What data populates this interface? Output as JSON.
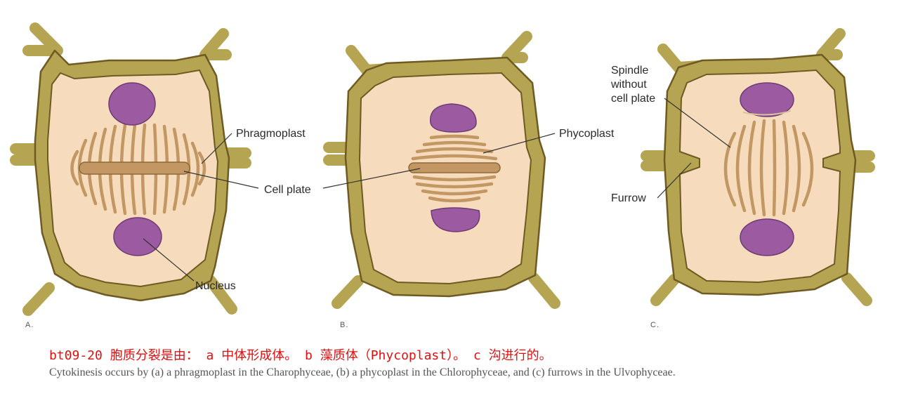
{
  "colors": {
    "wall_dark": "#6e5a22",
    "wall_fill": "#b5a552",
    "cytoplasm": "#f6dcbc",
    "nucleus": "#9c5ba0",
    "fiber": "#c29763",
    "caption_cn": "#e01010",
    "caption_en": "#555555"
  },
  "panels": {
    "a": {
      "letter": "A."
    },
    "b": {
      "letter": "B."
    },
    "c": {
      "letter": "C."
    }
  },
  "labels": {
    "phragmoplast": "Phragmoplast",
    "cell_plate": "Cell plate",
    "nucleus": "Nucleus",
    "phycoplast": "Phycoplast",
    "spindle": [
      "Spindle",
      "without",
      "cell plate"
    ],
    "furrow": "Furrow"
  },
  "captions": {
    "chinese": "bt09-20  胞质分裂是由： a  中体形成体。 b  藻质体（Phycoplast）。 c  沟进行的。",
    "english": "Cytokinesis occurs by (a) a phragmoplast in the Charophyceae, (b) a phycoplast in the Chlorophyceae, and  (c) furrows in the Ulvophyceae."
  }
}
